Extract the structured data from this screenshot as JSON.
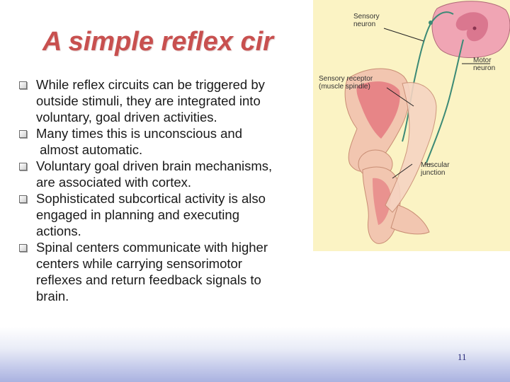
{
  "slide": {
    "title": "A simple reflex cir",
    "bullets": [
      {
        "lines": [
          "While reflex circuits can be triggered by",
          "outside stimuli, they are integrated into",
          "voluntary, goal driven activities."
        ]
      },
      {
        "lines": [
          "Many times this is unconscious and",
          " almost automatic."
        ]
      },
      {
        "lines": [
          "Voluntary goal driven brain mechanisms,",
          "are associated with cortex."
        ]
      },
      {
        "lines": [
          "Sophisticated subcortical activity is also",
          "engaged in planning and executing",
          "actions."
        ]
      },
      {
        "lines": [
          "Spinal centers communicate with higher",
          "centers while carrying sensorimotor",
          "reflexes and return feedback signals to",
          "brain."
        ]
      }
    ],
    "page_number": "11"
  },
  "figure": {
    "labels": {
      "sensory_neuron": [
        "Sensory",
        "neuron"
      ],
      "motor_neuron": [
        "Motor",
        "neuron"
      ],
      "sensory_receptor": [
        "Sensory receptor",
        "(muscle spindle)"
      ],
      "muscular_junction": [
        "Muscular",
        "junction"
      ]
    }
  },
  "colors": {
    "title": "#c8504f",
    "figure_background": "#fbf3c4",
    "spinal_cord": "#f0a5b4",
    "skin": "#f2c6b0",
    "nerve": "#3c8a76"
  }
}
